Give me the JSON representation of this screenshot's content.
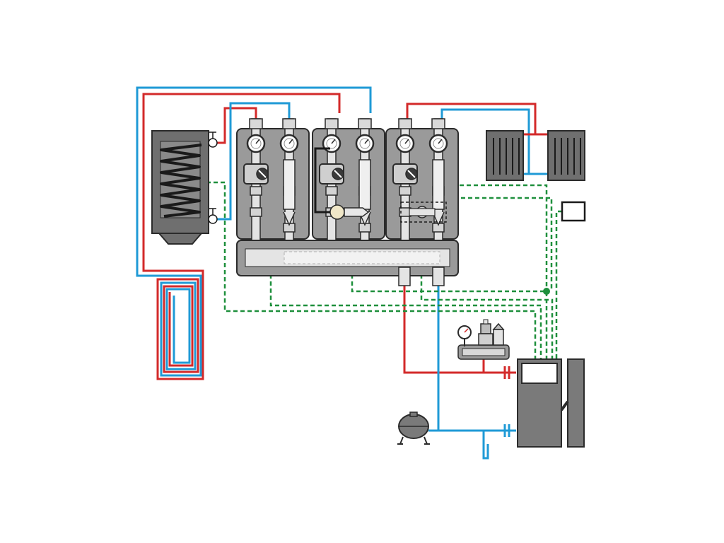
{
  "diagram": {
    "type": "hydraulic-heating-schematic",
    "components": [
      "hot-water-storage-tank",
      "floor-heating-loop",
      "pump-station-direct",
      "pump-station-mixing",
      "pump-station-mixing-valve",
      "hydraulic-manifold",
      "radiators",
      "room-controller",
      "safety-group",
      "expansion-vessel",
      "boiler",
      "boiler-controller"
    ],
    "colors": {
      "supply": "#d32a2a",
      "return": "#1f9ad6",
      "control_wiring": "#1e8f3c",
      "station_body": "#9a9a9a",
      "component_dark": "#6f6f6f",
      "outline": "#2b2b2b"
    },
    "text_labels": []
  }
}
